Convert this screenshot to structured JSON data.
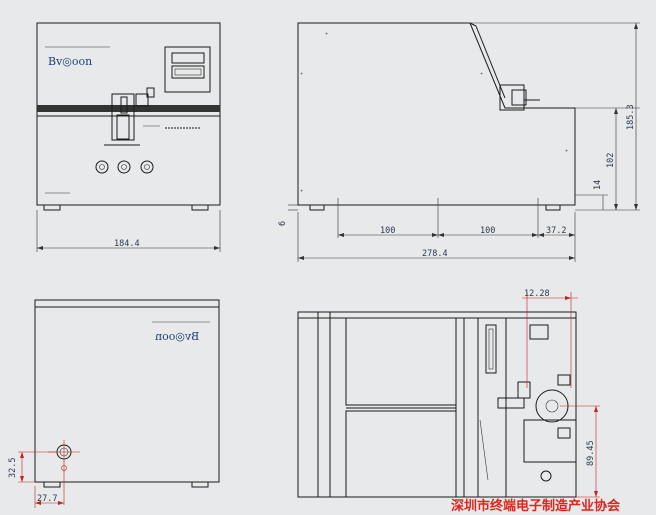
{
  "front_view": {
    "brand": "Bv◎oon",
    "width_dim": "184.4"
  },
  "side_view": {
    "dims": {
      "height_total": "185.3",
      "height_102": "102",
      "height_14": "14",
      "height_6": "6",
      "seg1": "100",
      "seg2": "100",
      "seg3": "37.2",
      "length_total": "278.4"
    }
  },
  "back_view": {
    "brand": "Bv◎oon",
    "dim_v": "32.5",
    "dim_h": "27.7"
  },
  "top_view": {
    "dim_top": "12.28",
    "dim_side": "89.45"
  },
  "watermark": "深圳市终端电子制造产业协会",
  "colors": {
    "line": "#1b1b1b",
    "dimension": "#c81e1e",
    "logo": "#1f3f7a",
    "watermark": "#e0241b"
  }
}
